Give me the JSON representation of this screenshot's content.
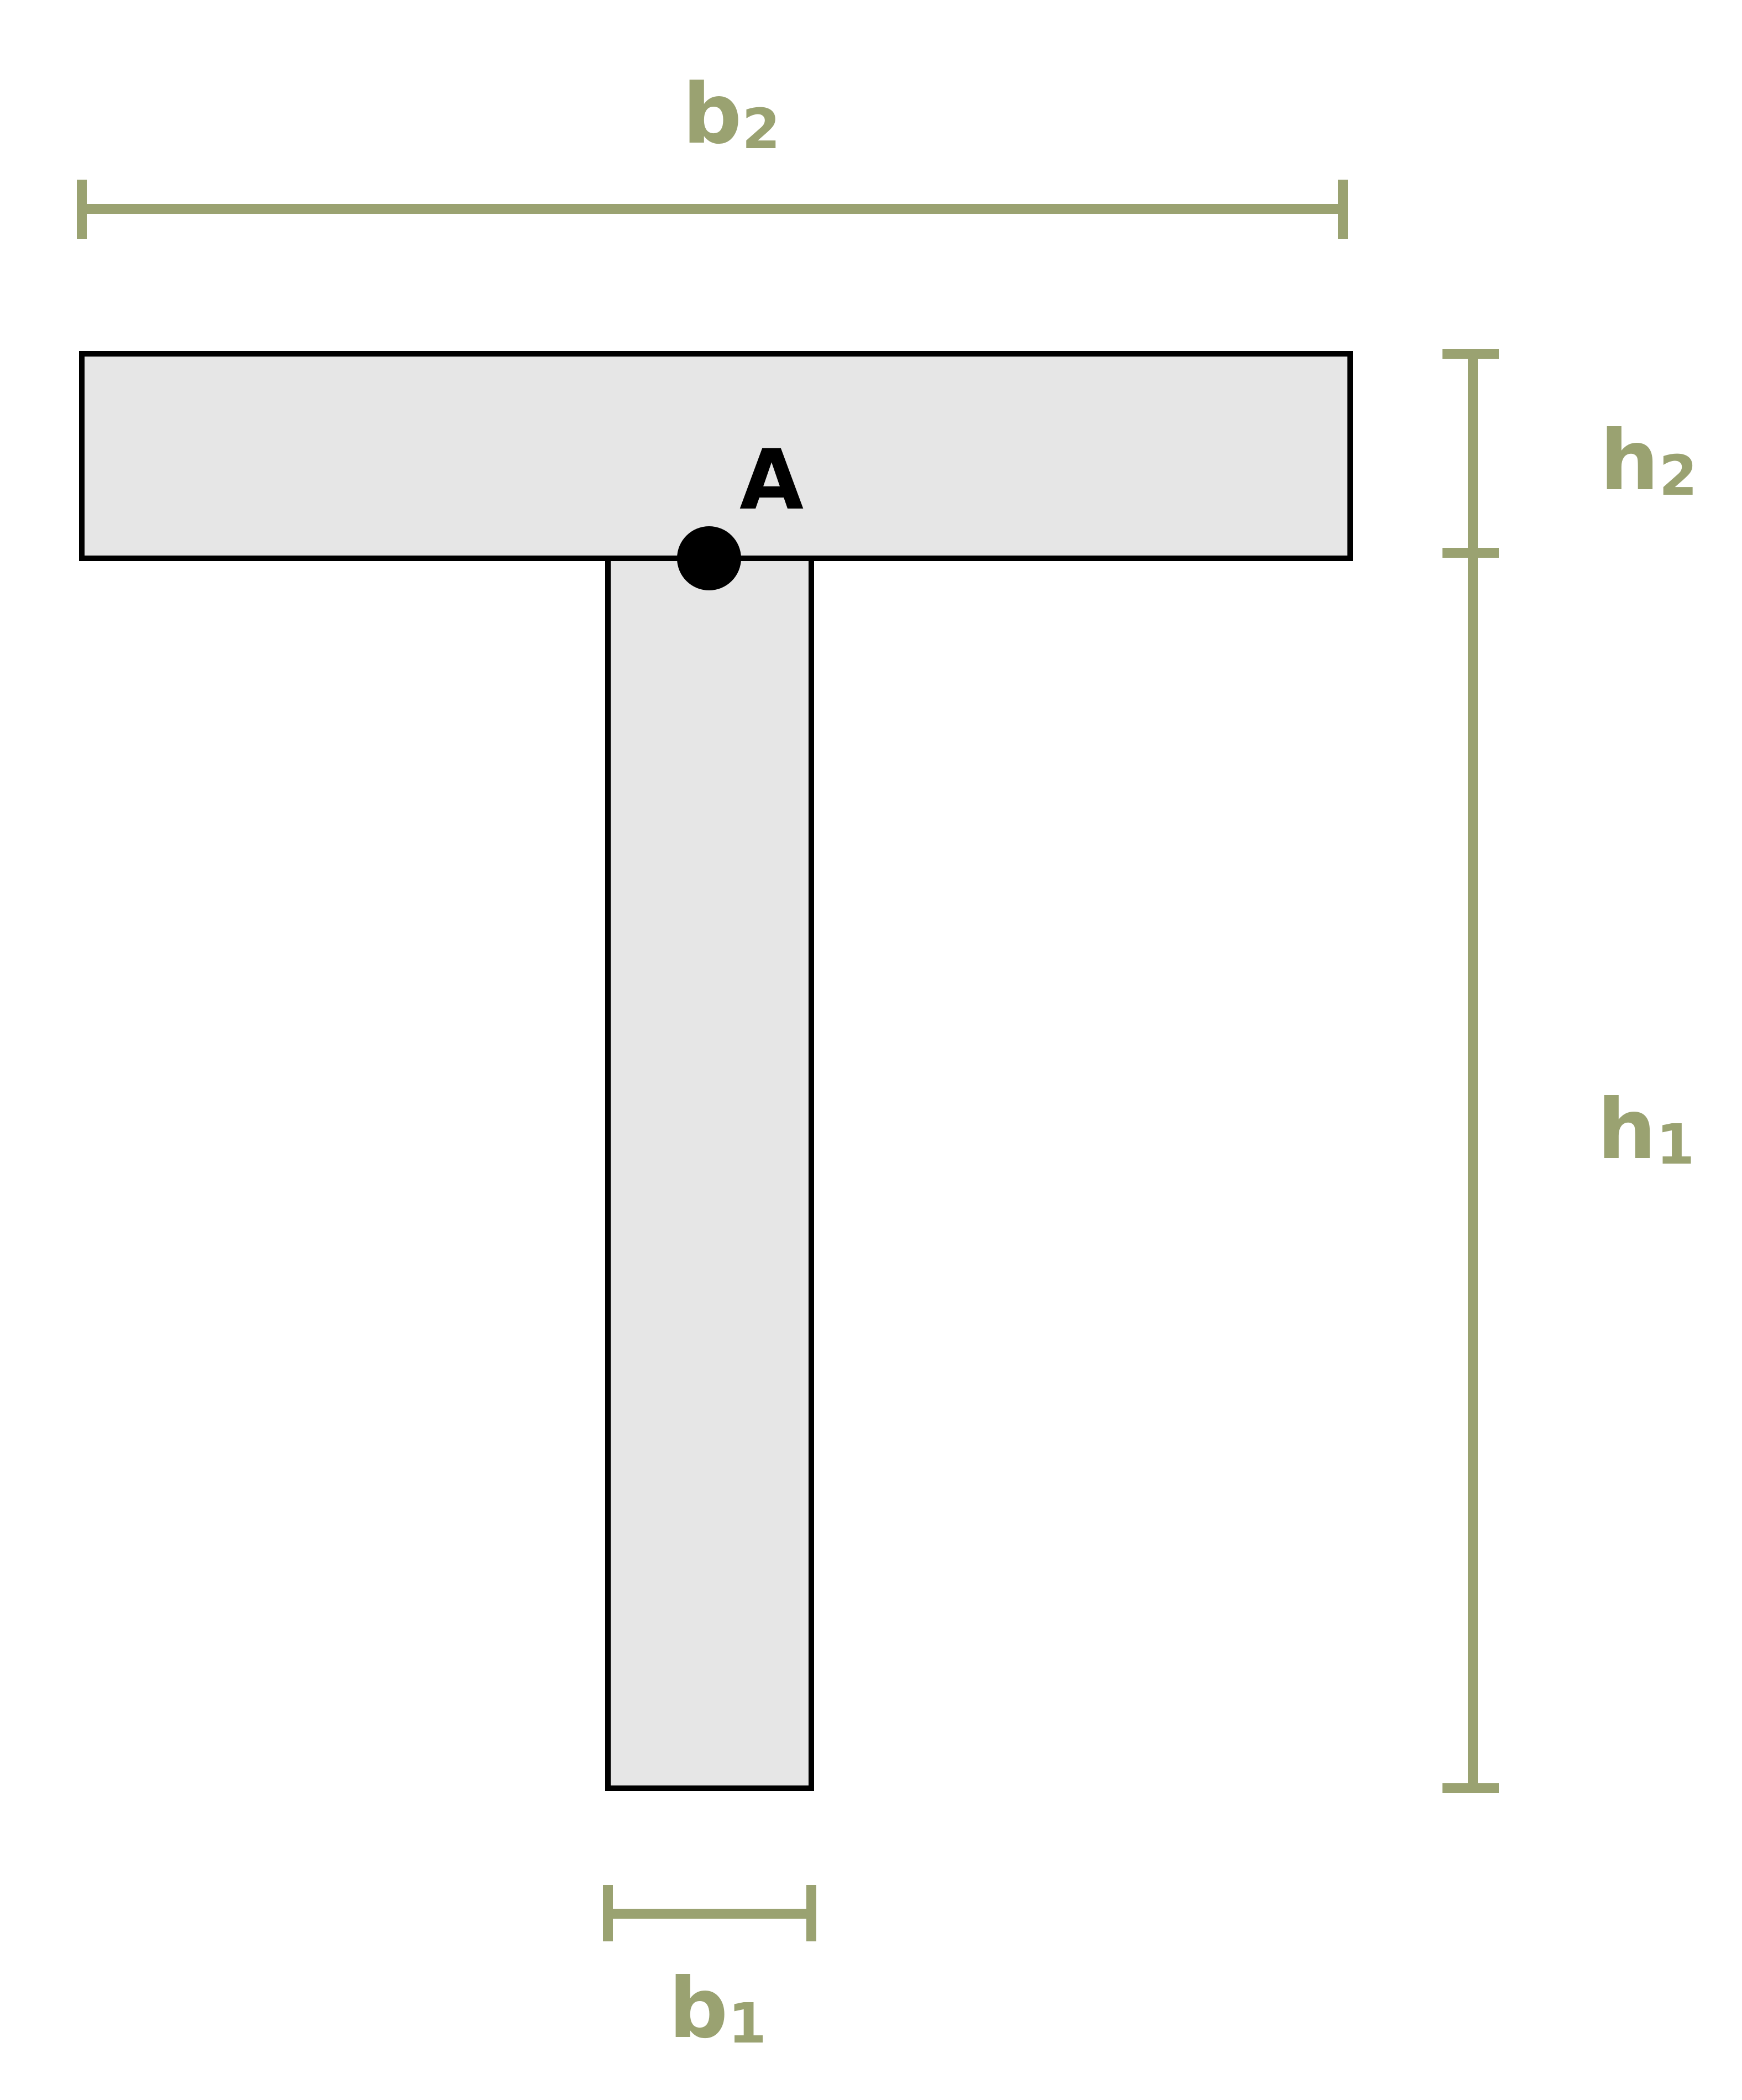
{
  "labels": {
    "b2_main": "b",
    "b2_sub": "2",
    "h2_main": "h",
    "h2_sub": "2",
    "h1_main": "h",
    "h1_sub": "1",
    "b1_main": "b",
    "b1_sub": "1",
    "point": "A"
  },
  "colors": {
    "dimension": "#9aa271",
    "section_fill": "#e6e6e6",
    "outline": "#000000",
    "background": "#ffffff"
  }
}
